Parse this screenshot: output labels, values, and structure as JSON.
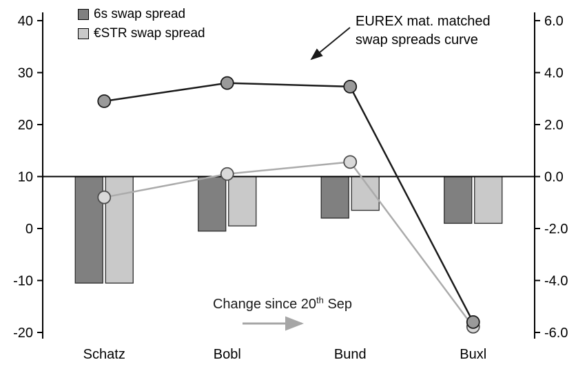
{
  "legend": {
    "items": [
      {
        "label": "6s swap spread",
        "swatch_color": "#808080"
      },
      {
        "label": "€STR swap spread",
        "swatch_color": "#c9c9c9"
      }
    ]
  },
  "annotations": {
    "curve": "EUREX mat. matched swap spreads curve",
    "change": {
      "prefix": "Change since 20",
      "sup": "th",
      "suffix": " Sep"
    }
  },
  "chart_data": {
    "type": "combo-bar-line",
    "categories": [
      "Schatz",
      "Bobl",
      "Bund",
      "Buxl"
    ],
    "left_axis": {
      "min": -20,
      "max": 40,
      "ticks": [
        {
          "v": 40,
          "label": "40"
        },
        {
          "v": 30,
          "label": "30"
        },
        {
          "v": 20,
          "label": "20"
        },
        {
          "v": 10,
          "label": "10"
        },
        {
          "v": 0,
          "label": "0"
        },
        {
          "v": -10,
          "label": "-10"
        },
        {
          "v": -20,
          "label": "-20"
        }
      ]
    },
    "right_axis": {
      "min": -6,
      "max": 6,
      "ticks": [
        {
          "v": 6,
          "label": "6.0"
        },
        {
          "v": 4,
          "label": "4.0"
        },
        {
          "v": 2,
          "label": "2.0"
        },
        {
          "v": 0,
          "label": "0.0"
        },
        {
          "v": -2,
          "label": "-2.0"
        },
        {
          "v": -4,
          "label": "-4.0"
        },
        {
          "v": -6,
          "label": "-6.0"
        }
      ]
    },
    "bar_series": [
      {
        "name": "6s change since 20th Sep",
        "axis": "right",
        "color": "#808080",
        "values": [
          -4.1,
          -2.1,
          -1.6,
          -1.8
        ]
      },
      {
        "name": "ESTR change since 20th Sep",
        "axis": "right",
        "color": "#c9c9c9",
        "values": [
          -4.1,
          -1.9,
          -1.3,
          -1.8
        ]
      }
    ],
    "line_series": [
      {
        "name": "6s swap spread",
        "axis": "left",
        "color": "#1a1a1a",
        "marker_fill": "#9a9a9a",
        "marker_stroke": "#1a1a1a",
        "values": [
          24.5,
          28,
          27.3,
          -18
        ]
      },
      {
        "name": "ESTR swap spread",
        "axis": "left",
        "color": "#ababab",
        "marker_fill": "#d9d9d9",
        "marker_stroke": "#4d4d4d",
        "values": [
          6,
          10.5,
          12.8,
          -18.9
        ]
      }
    ]
  }
}
